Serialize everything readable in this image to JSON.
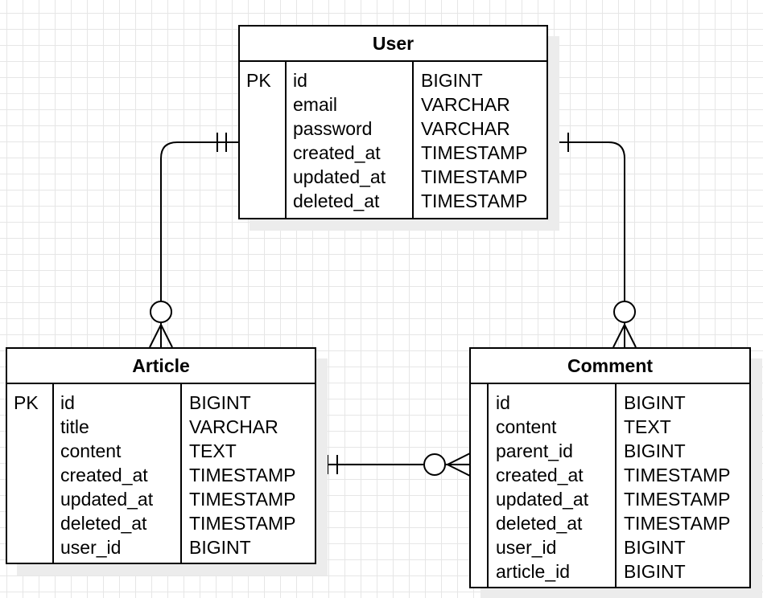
{
  "entities": {
    "user": {
      "title": "User",
      "pk_label": "PK",
      "fields": [
        {
          "name": "id",
          "type": "BIGINT"
        },
        {
          "name": "email",
          "type": "VARCHAR"
        },
        {
          "name": "password",
          "type": "VARCHAR"
        },
        {
          "name": "created_at",
          "type": "TIMESTAMP"
        },
        {
          "name": "updated_at",
          "type": "TIMESTAMP"
        },
        {
          "name": "deleted_at",
          "type": "TIMESTAMP"
        }
      ]
    },
    "article": {
      "title": "Article",
      "pk_label": "PK",
      "fields": [
        {
          "name": "id",
          "type": "BIGINT"
        },
        {
          "name": "title",
          "type": "VARCHAR"
        },
        {
          "name": "content",
          "type": "TEXT"
        },
        {
          "name": "created_at",
          "type": "TIMESTAMP"
        },
        {
          "name": "updated_at",
          "type": "TIMESTAMP"
        },
        {
          "name": "deleted_at",
          "type": "TIMESTAMP"
        },
        {
          "name": "user_id",
          "type": "BIGINT"
        }
      ]
    },
    "comment": {
      "title": "Comment",
      "pk_label": "",
      "fields": [
        {
          "name": "id",
          "type": "BIGINT"
        },
        {
          "name": "content",
          "type": "TEXT"
        },
        {
          "name": "parent_id",
          "type": "BIGINT"
        },
        {
          "name": "created_at",
          "type": "TIMESTAMP"
        },
        {
          "name": "updated_at",
          "type": "TIMESTAMP"
        },
        {
          "name": "deleted_at",
          "type": "TIMESTAMP"
        },
        {
          "name": "user_id",
          "type": "BIGINT"
        },
        {
          "name": "article_id",
          "type": "BIGINT"
        }
      ]
    }
  },
  "relationships": [
    {
      "from": "user",
      "to": "article",
      "from_cardinality": "exactly-one",
      "to_cardinality": "zero-or-many"
    },
    {
      "from": "user",
      "to": "comment",
      "from_cardinality": "exactly-one",
      "to_cardinality": "zero-or-many"
    },
    {
      "from": "article",
      "to": "comment",
      "from_cardinality": "exactly-one",
      "to_cardinality": "zero-or-many"
    }
  ]
}
